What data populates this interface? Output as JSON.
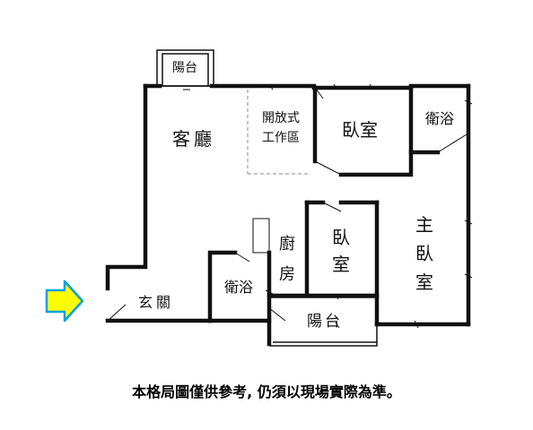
{
  "rooms": {
    "balcony_top": "陽台",
    "living_room": "客廳",
    "open_work_line1": "開放式",
    "open_work_line2": "工作區",
    "bedroom_top": "臥室",
    "bathroom_top": "衛浴",
    "kitchen_line1": "廚",
    "kitchen_line2": "房",
    "bedroom_mid_line1": "臥",
    "bedroom_mid_line2": "室",
    "master_line1": "主",
    "master_line2": "臥",
    "master_line3": "室",
    "bathroom_mid": "衛浴",
    "entrance": "玄關",
    "balcony_bottom": "陽台"
  },
  "disclaimer": "本格局圖僅供參考, 仍須以現場實際為準。",
  "colors": {
    "wall": "#111111",
    "dashed": "#888888",
    "arrow_fill": "#ffff00",
    "arrow_stroke": "#00a0e8"
  },
  "icons": {
    "entrance_arrow": "right-arrow-icon"
  }
}
